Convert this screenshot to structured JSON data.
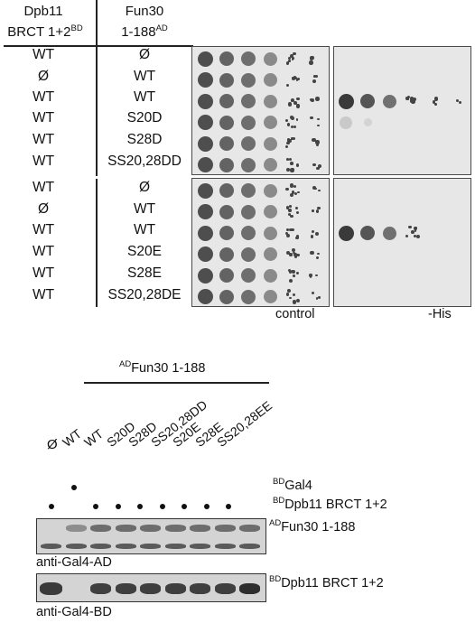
{
  "header": {
    "col1_line1": "Dpb11",
    "col1_line2_main": "BRCT 1+2",
    "col1_line2_sup": "BD",
    "col2_line1": "Fun30",
    "col2_line2_main": "1-188",
    "col2_line2_sup": "AD"
  },
  "rows_top": [
    {
      "dpb11": "WT",
      "fun30": "Ø"
    },
    {
      "dpb11": "Ø",
      "fun30": "WT"
    },
    {
      "dpb11": "WT",
      "fun30": "WT"
    },
    {
      "dpb11": "WT",
      "fun30": "S20D"
    },
    {
      "dpb11": "WT",
      "fun30": "S28D"
    },
    {
      "dpb11": "WT",
      "fun30": "SS20,28DD"
    }
  ],
  "rows_bottom": [
    {
      "dpb11": "WT",
      "fun30": "Ø"
    },
    {
      "dpb11": "Ø",
      "fun30": "WT"
    },
    {
      "dpb11": "WT",
      "fun30": "WT"
    },
    {
      "dpb11": "WT",
      "fun30": "S20E"
    },
    {
      "dpb11": "WT",
      "fun30": "S28E"
    },
    {
      "dpb11": "WT",
      "fun30": "SS20,28DE"
    }
  ],
  "plate_labels": {
    "control": "control",
    "his": "-His"
  },
  "western": {
    "bracket_sup": "AD",
    "bracket_main": "Fun30 1-188",
    "lanes": [
      "Ø",
      "WT",
      "WT",
      "S20D",
      "S28D",
      "SS20,28DD",
      "S20E",
      "S28E",
      "SS20,28EE"
    ],
    "gal4_row_sup": "BD",
    "gal4_row_main": "Gal4",
    "dpb11_row_sup": "BD",
    "dpb11_row_main": "Dpb11 BRCT 1+2",
    "gal4_dots": [
      false,
      true,
      false,
      false,
      false,
      false,
      false,
      false,
      false
    ],
    "dpb11_dots": [
      true,
      false,
      true,
      true,
      true,
      true,
      true,
      true,
      true
    ],
    "blot1_label_sup": "AD",
    "blot1_label_main": "Fun30 1-188",
    "blot1_antibody": "anti-Gal4-AD",
    "blot2_label_sup": "BD",
    "blot2_label_main": "Dpb11 BRCT 1+2",
    "blot2_antibody": "anti-Gal4-BD"
  }
}
